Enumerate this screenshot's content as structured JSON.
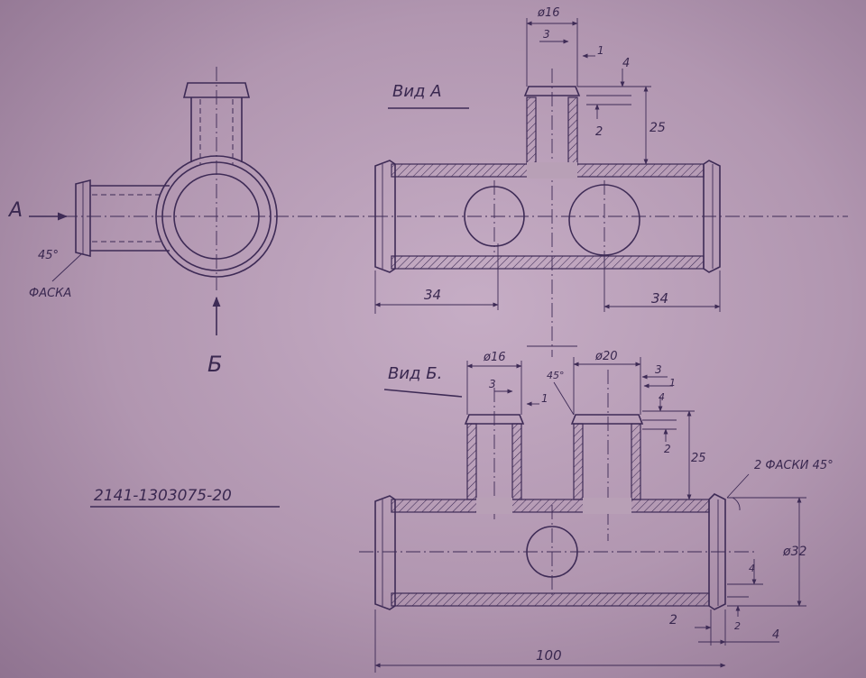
{
  "labels": {
    "arrow_a": "А",
    "arrow_b": "Б",
    "chamfer_angle": "45°",
    "chamfer": "ФАСКА",
    "view_a": "Вид А",
    "view_b": "Вид Б.",
    "part_number": "2141-1303075-20",
    "chamfers_note": "2 ФАСКИ 45°"
  },
  "view_a_dims": {
    "dia_top": "ø16",
    "d3": "3",
    "d1": "1",
    "d4": "4",
    "d2": "2",
    "d25": "25",
    "left34": "34",
    "right34": "34"
  },
  "view_b_dims": {
    "dia16": "ø16",
    "dia20": "ø20",
    "d3a": "3",
    "d1a": "1",
    "angle45": "45°",
    "d3b": "3",
    "d1b": "1",
    "d4b": "4",
    "d2b": "2",
    "d25": "25",
    "dia32": "ø32",
    "d4r": "4",
    "d2r": "2",
    "d4bottom": "4",
    "length100": "100"
  },
  "colors": {
    "paper": "#b59bb3",
    "ink": "#3e2b56"
  }
}
